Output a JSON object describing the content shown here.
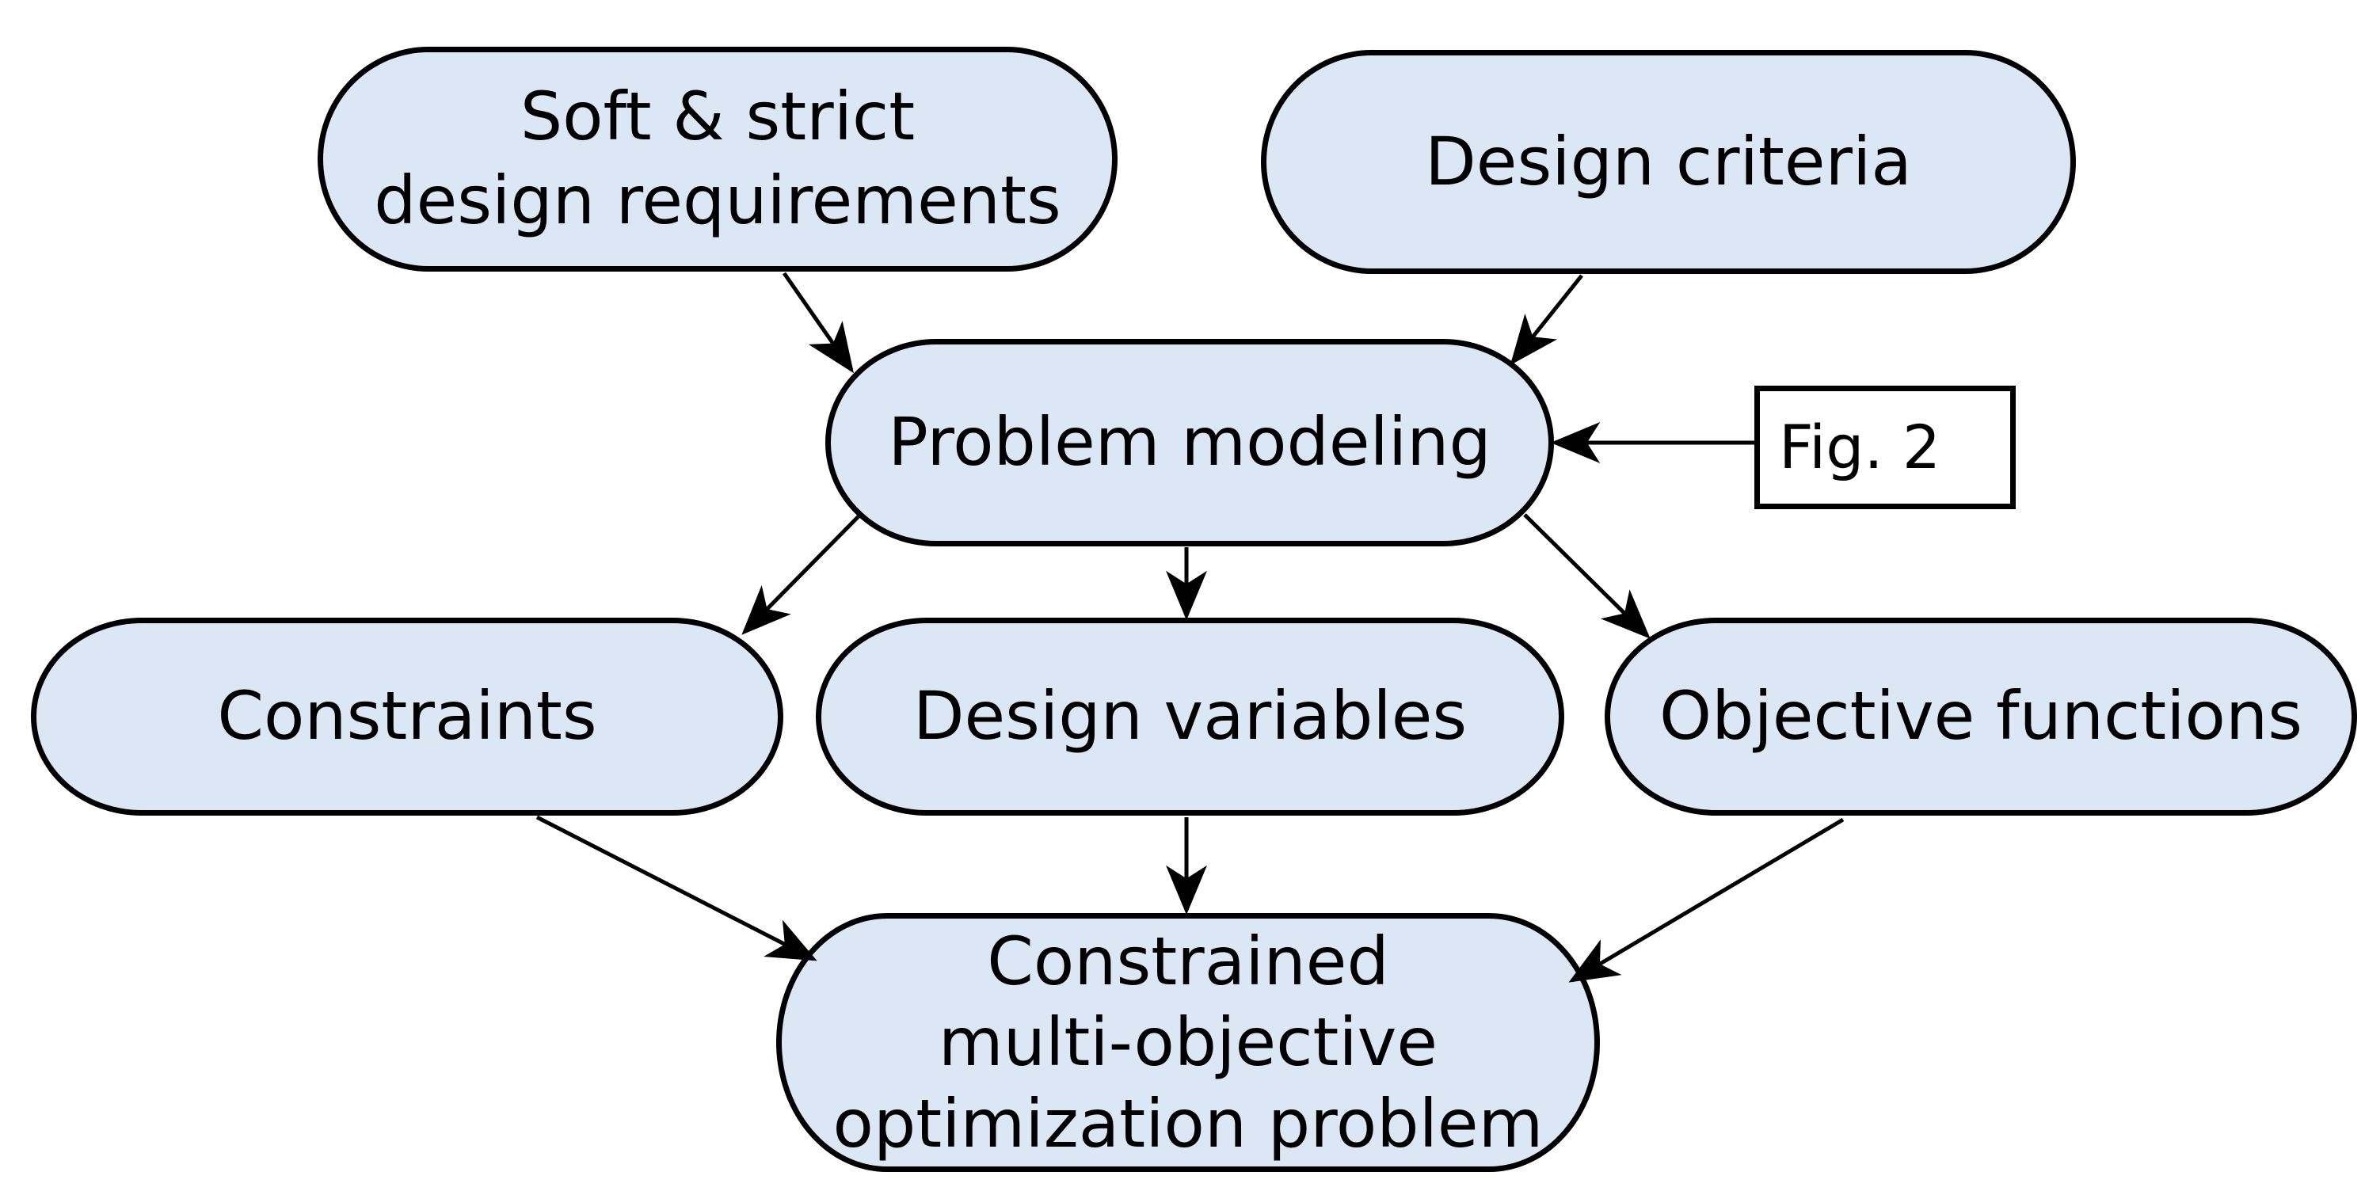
{
  "figure": {
    "background": "#ffffff",
    "node_fill": "#dbe7f4",
    "stroke_color": "#000000",
    "nodes": {
      "soft_strict": "Soft & strict\ndesign requirements",
      "design_criteria": "Design criteria",
      "problem_modeling": "Problem modeling",
      "constraints": "Constraints",
      "design_variables": "Design variables",
      "objective_functions": "Objective functions",
      "cmop": "Constrained\nmulti-objective\noptimization problem",
      "fig_ref": "Fig. 2"
    },
    "edges": [
      {
        "from": "soft_strict",
        "to": "problem_modeling"
      },
      {
        "from": "design_criteria",
        "to": "problem_modeling"
      },
      {
        "from": "fig_ref",
        "to": "problem_modeling"
      },
      {
        "from": "problem_modeling",
        "to": "constraints"
      },
      {
        "from": "problem_modeling",
        "to": "design_variables"
      },
      {
        "from": "problem_modeling",
        "to": "objective_functions"
      },
      {
        "from": "constraints",
        "to": "cmop"
      },
      {
        "from": "design_variables",
        "to": "cmop"
      },
      {
        "from": "objective_functions",
        "to": "cmop"
      }
    ]
  }
}
